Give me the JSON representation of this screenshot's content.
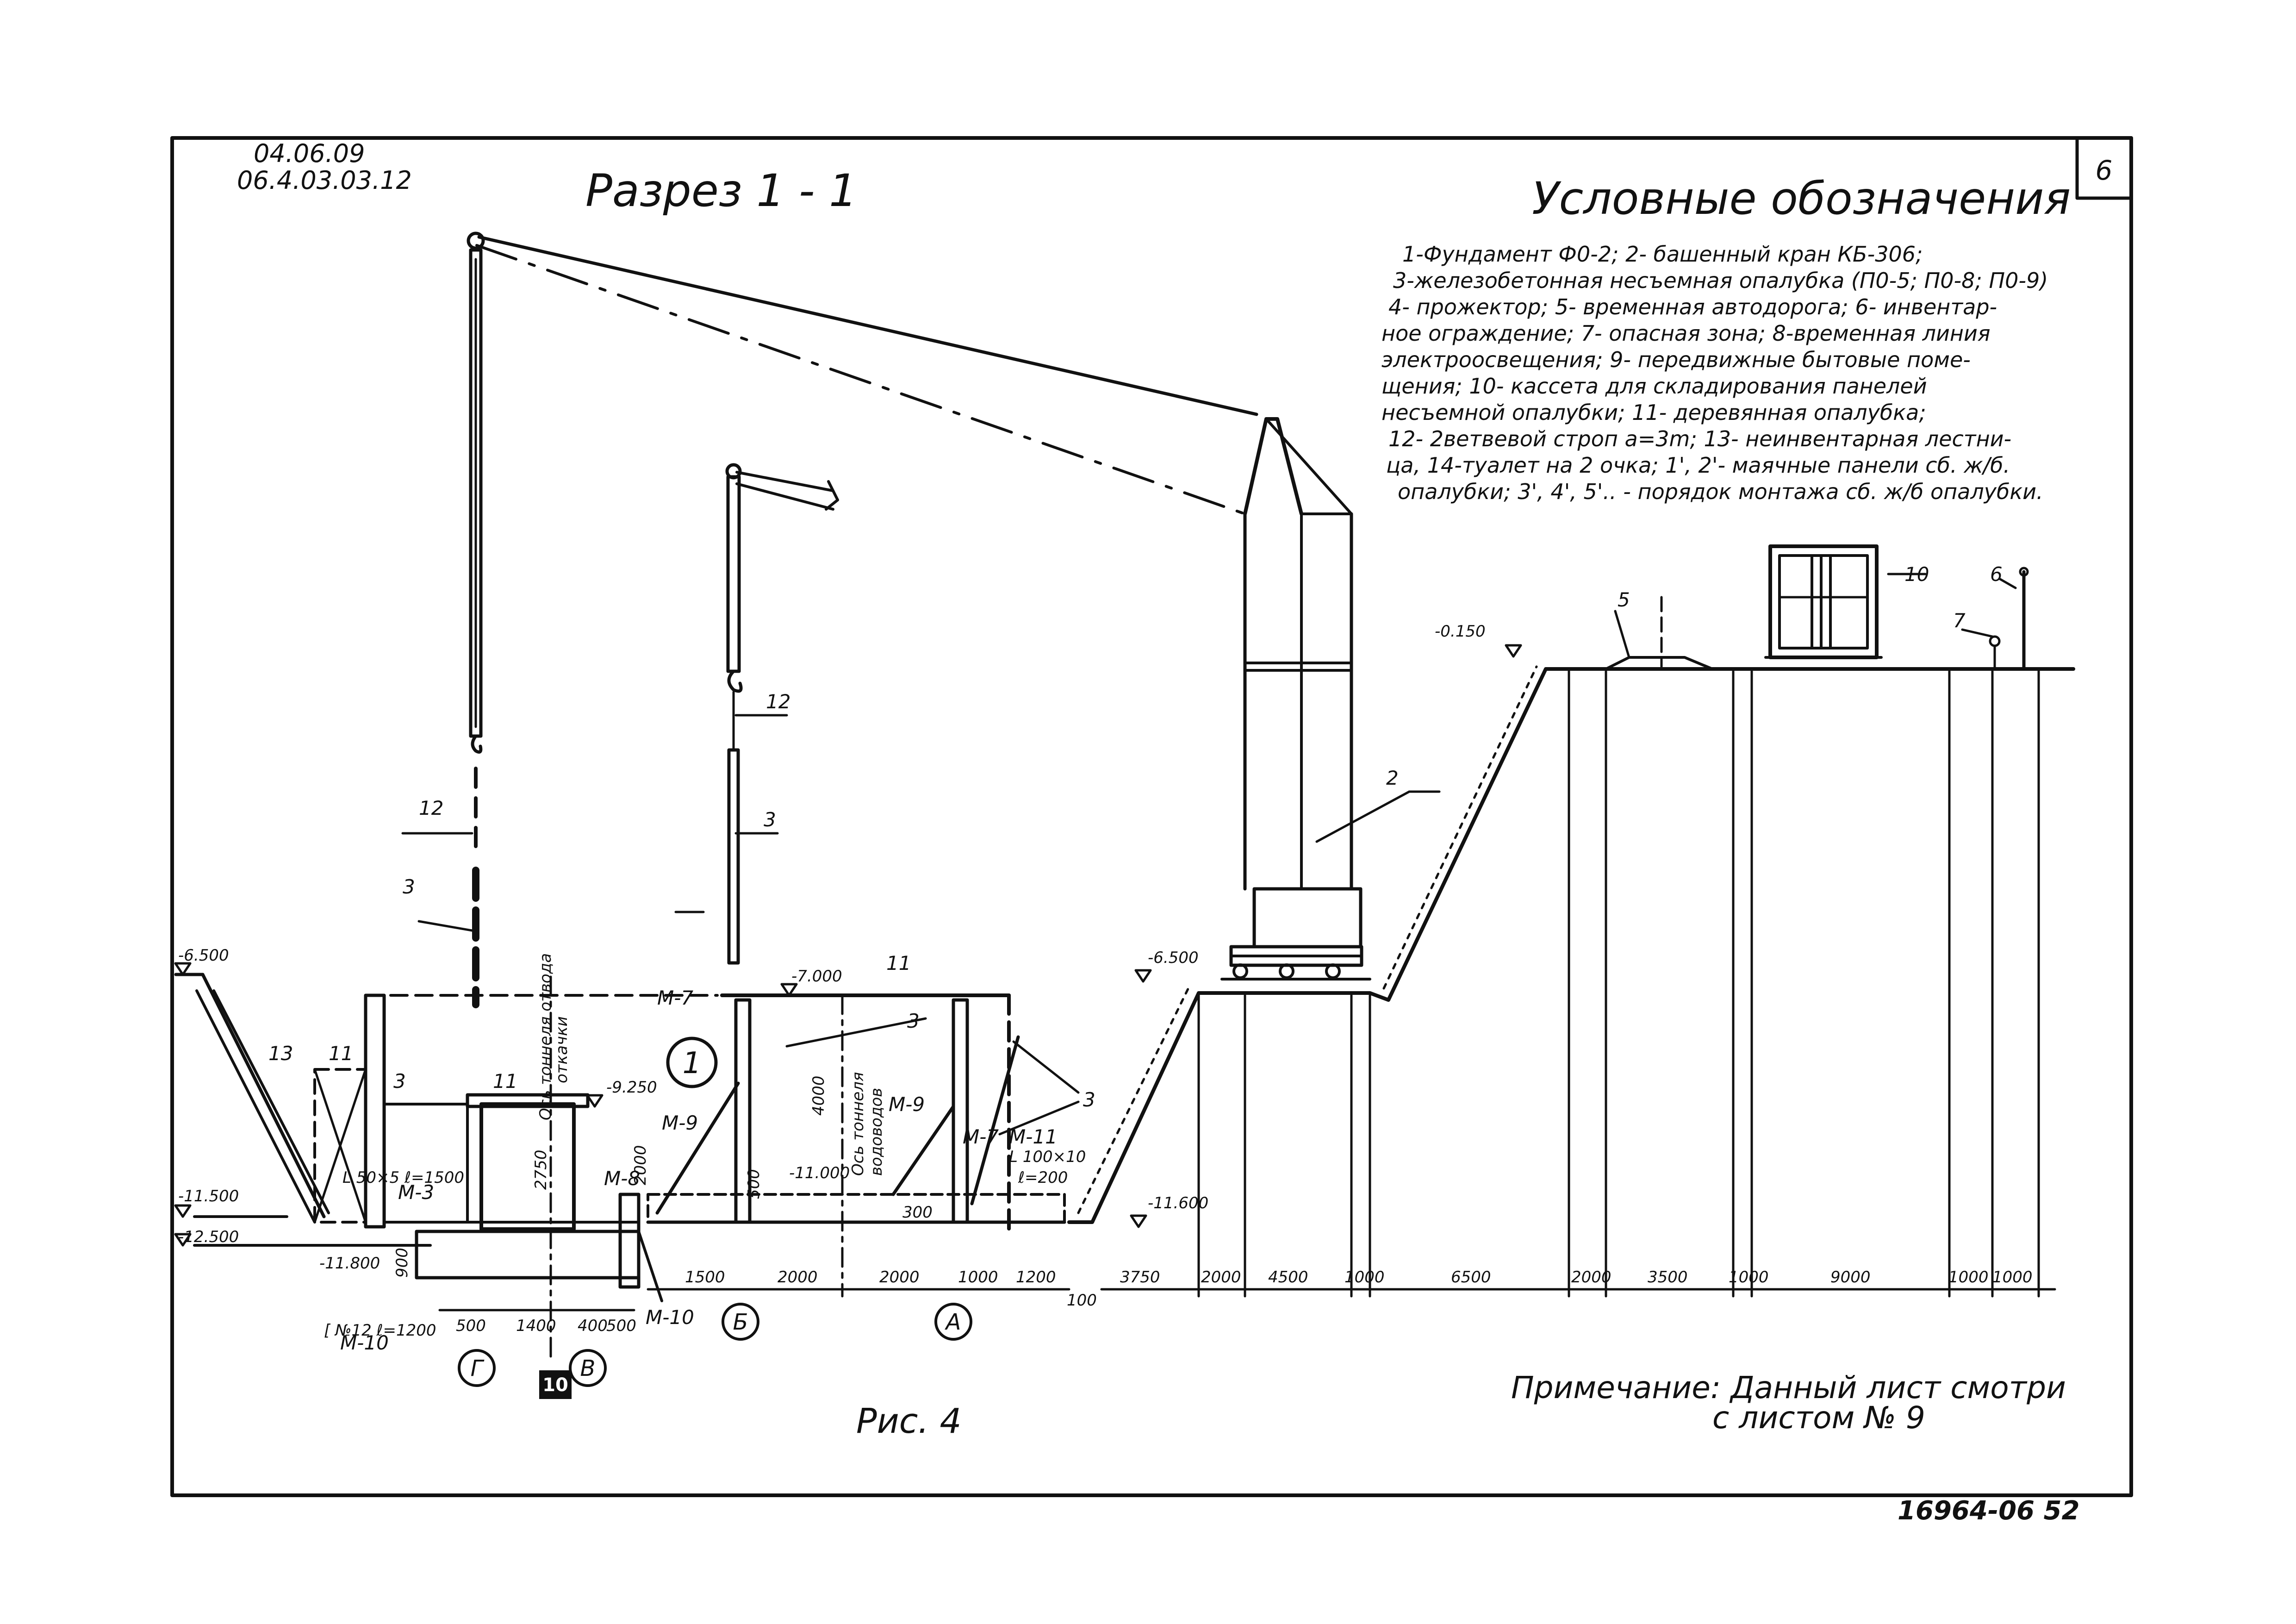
{
  "sheet": {
    "codes": [
      "04.06.09",
      "06.4.03.03.12"
    ],
    "page_number": "6",
    "title": "Разрез  1 - 1",
    "figure_caption": "Рис. 4",
    "doc_number": "16964-06 52",
    "note_line1": "Примечание: Данный лист смотри",
    "note_line2": "с листом № 9"
  },
  "legend": {
    "title": "Условные обозначения",
    "lines": [
      "1-Фундамент Ф0-2;  2- башенный кран  КБ-306;",
      "3-железобетонная  несъемная  опалубка (П0-5; П0-8; П0-9)",
      "4- прожектор;  5- временная автодорога;  6- инвентар-",
      "ное  ограждение;  7- опасная зона;  8-временная линия",
      "электроосвещения;  9- передвижные бытовые поме-",
      "щения;  10- кассета  для  складирования панелей",
      "несъемной опалубки;  11- деревянная опалубка;",
      "12- 2ветвевой строп  a=3m;  13- неинвентарная лестни-",
      "ца,  14-туалет на 2 очка;  1', 2'- маячные панели сб. ж/б.",
      "опалубки;  3', 4', 5'..  -  порядок монтажа сб. ж/б опалубки."
    ]
  },
  "labels": {
    "callouts": [
      "1",
      "2",
      "3",
      "5",
      "6",
      "7",
      "10",
      "11",
      "12",
      "13"
    ],
    "members": [
      "М-3",
      "М-7",
      "М-8",
      "М-9",
      "М-10",
      "М-11"
    ],
    "tunnel_axis_1": "Ось тоннеля отвода",
    "tunnel_axis_1b": "откачки",
    "tunnel_axis_2": "Ось тоннеля",
    "tunnel_axis_2b": "водоводов",
    "angle_1": "L 50×5  ℓ=1500",
    "angle_2": "L 100×10",
    "angle_2b": "ℓ=200",
    "channel": "[ №12 ℓ=1200",
    "dim_2750": "2750",
    "dim_2000": "2000",
    "dim_4000": "4000",
    "dim_900": "900",
    "dim_500": "500",
    "dim_300": "300",
    "dim_100": "100"
  },
  "elevations": {
    "left_top": "-6.500",
    "left_mid": "-11.500",
    "left_low": "-12.500",
    "inner_bottom": "-11.800",
    "slab_top": "-7.000",
    "mid_level": "-9.250",
    "inner_mid": "-11.000",
    "right_pit": "-11.600",
    "crane_base": "-6.500",
    "ground": "-0.150"
  },
  "axes": [
    "Г",
    "В",
    "Б",
    "А"
  ],
  "axis_box": "10",
  "dimensions": {
    "bottom_left": [
      "500",
      "1400",
      "400",
      "500"
    ],
    "bottom_mid": [
      "1500",
      "2000",
      "2000",
      "1000",
      "1200"
    ],
    "bottom_right": [
      "3750",
      "2000",
      "4500",
      "1000",
      "6500",
      "2000",
      "3500",
      "1000",
      "9000",
      "1000",
      "1000"
    ]
  }
}
